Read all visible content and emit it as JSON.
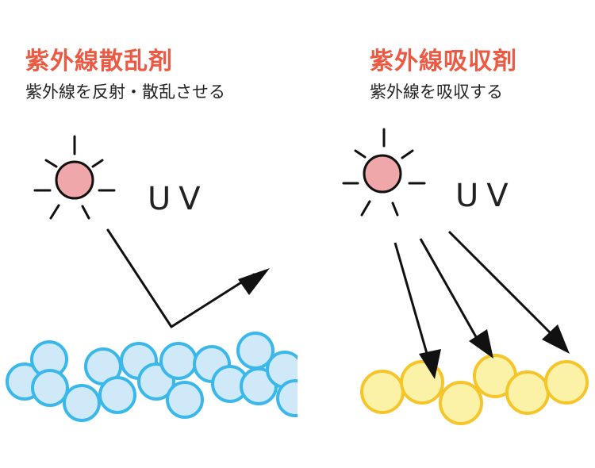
{
  "colors": {
    "title_red": "#ec5a44",
    "sun_fill": "#f0a7a9",
    "scatter_particle_fill": "#cfe9f8",
    "scatter_particle_stroke": "#3bb8ea",
    "absorb_particle_fill": "#fbf2a8",
    "absorb_particle_stroke": "#f6c52a",
    "line": "#111111"
  },
  "left_panel": {
    "title": "紫外線散乱剤",
    "subtitle": "紫外線を反射・散乱させる",
    "uv_label": "UV",
    "sun_icon": "sun-icon",
    "arrow": "reflected-arrow"
  },
  "right_panel": {
    "title": "紫外線吸収剤",
    "subtitle": "紫外線を吸収する",
    "uv_label": "UV",
    "sun_icon": "sun-icon",
    "arrow": "absorbed-arrows"
  }
}
